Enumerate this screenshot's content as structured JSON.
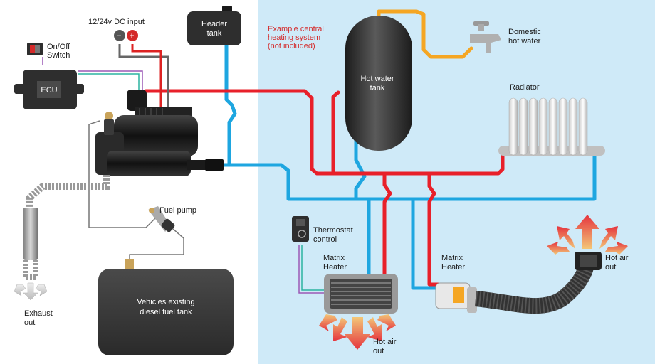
{
  "labels": {
    "dc_input": "12/24v DC input",
    "onoff_line1": "On/Off",
    "onoff_line2": "Switch",
    "ecu": "ECU",
    "header_line1": "Header",
    "header_line2": "tank",
    "example_line1": "Example central",
    "example_line2": "heating system",
    "example_line3": "(not included)",
    "hotwater_line1": "Hot water",
    "hotwater_line2": "tank",
    "domestic_line1": "Domestic",
    "domestic_line2": "hot water",
    "radiator": "Radiator",
    "fuel_pump": "Fuel pump",
    "fueltank_line1": "Vehicles existing",
    "fueltank_line2": "diesel fuel tank",
    "exhaust_line1": "Exhaust",
    "exhaust_line2": "out",
    "thermostat_line1": "Thermostat",
    "thermostat_line2": "control",
    "matrix1_line1": "Matrix",
    "matrix1_line2": "Heater",
    "matrix2_line1": "Matrix",
    "matrix2_line2": "Heater",
    "hotair1_line1": "Hot air",
    "hotair1_line2": "out",
    "hotair2_line1": "Hot air",
    "hotair2_line2": "out",
    "plus": "+",
    "minus": "−"
  },
  "colors": {
    "background_left": "#ffffff",
    "background_right": "#cfeaf8",
    "hot_pipe": "#e8202a",
    "cold_pipe": "#1ea6e0",
    "dhw_pipe": "#f5a623",
    "component_dark": "#2e2e2e",
    "label_red": "#d42a2a"
  }
}
